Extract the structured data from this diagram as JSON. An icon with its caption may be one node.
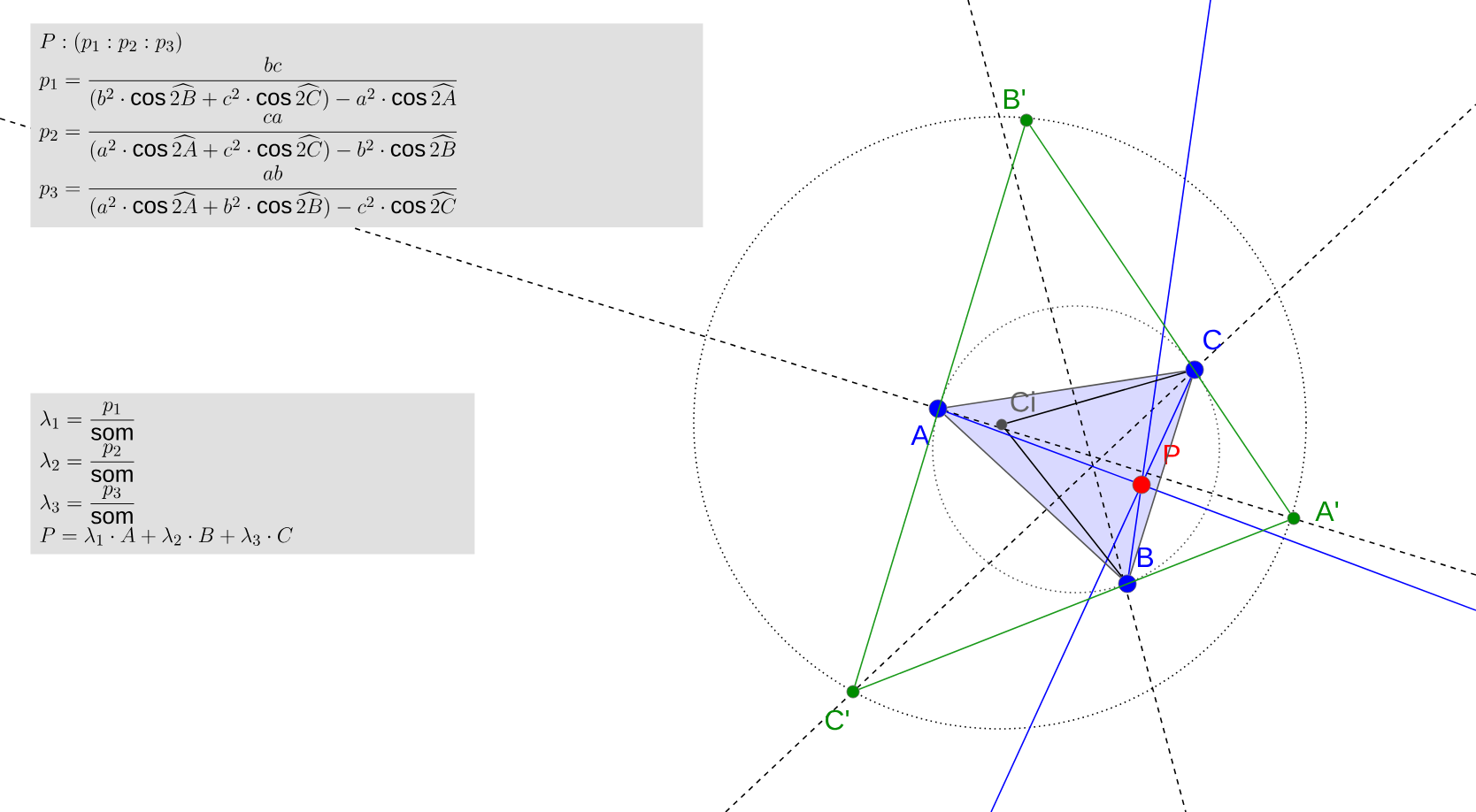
{
  "diagram": {
    "nodes": [
      {
        "text": [
          "P : (p_1 : p_2 : p_3)",
          "p_1 = \\frac{bc}{(b^2 \\cdot \\cos \\widehat{2B} + c^2 \\cdot \\cos \\widehat{2C}) - a^2 \\cdot \\cos \\widehat{2A}}",
          "p_2 = \\frac{ca}{(a^2 \\cdot \\cos \\widehat{2A} + c^2 \\cdot \\cos \\widehat{2C}) - b^2 \\cdot \\cos \\widehat{2B}}",
          "p_3 = \\frac{ab}{(a^2 \\cdot \\cos \\widehat{2A} + b^2 \\cdot \\cos \\widehat{2B}) - c^2 \\cdot \\cos \\widehat{2C}}"
        ]
      },
      {
        "text": [
          "\\lambda_1 = \\frac{p_1}{\\mathrm{som}}",
          "\\lambda_2 = \\frac{p_2}{\\mathrm{som}}",
          "\\lambda_3 = \\frac{p_3}{\\mathrm{som}}",
          "P = \\lambda_1 \\cdot A + \\lambda_2 \\cdot B + \\lambda_3 \\cdot C"
        ]
      },
      {
        "text": [],
        "shape": "circle",
        "beside": [
          "A"
        ]
      },
      {
        "text": [],
        "shape": "circle",
        "beside": [
          "B"
        ]
      },
      {
        "text": [],
        "shape": "circle",
        "beside": [
          "C"
        ]
      },
      {
        "text": [],
        "shape": "circle",
        "beside": [
          "P"
        ]
      },
      {
        "text": [],
        "shape": "circle",
        "beside": [
          "Ci"
        ]
      },
      {
        "text": [],
        "shape": "circle",
        "beside": [
          "A'"
        ]
      },
      {
        "text": [],
        "shape": "circle",
        "beside": [
          "B'"
        ]
      },
      {
        "text": [],
        "shape": "circle",
        "beside": [
          "C'"
        ]
      }
    ],
    "edges": [
      {
        "from": 7,
        "to": 8,
        "arrow": "none",
        "color": "#1a9a1a"
      },
      {
        "from": 8,
        "to": 9,
        "arrow": "none",
        "color": "#1a9a1a"
      },
      {
        "from": 9,
        "to": 7,
        "arrow": "none",
        "color": "#1a9a1a"
      },
      {
        "from": 2,
        "to": 3,
        "arrow": "none",
        "color": "#555555"
      },
      {
        "from": 3,
        "to": 4,
        "arrow": "none",
        "color": "#555555"
      },
      {
        "from": 4,
        "to": 2,
        "arrow": "none",
        "color": "#555555"
      },
      {
        "from": 6,
        "to": 4,
        "arrow": "none",
        "color": "#000000"
      },
      {
        "from": 6,
        "to": 3,
        "arrow": "none",
        "color": "#000000"
      },
      {
        "from": 2,
        "to": 5,
        "arrow": "none",
        "color": "#0000ff"
      },
      {
        "from": 3,
        "to": 5,
        "arrow": "none",
        "color": "#0000ff"
      },
      {
        "from": 4,
        "to": 5,
        "arrow": "none",
        "color": "#0000ff"
      }
    ]
  }
}
